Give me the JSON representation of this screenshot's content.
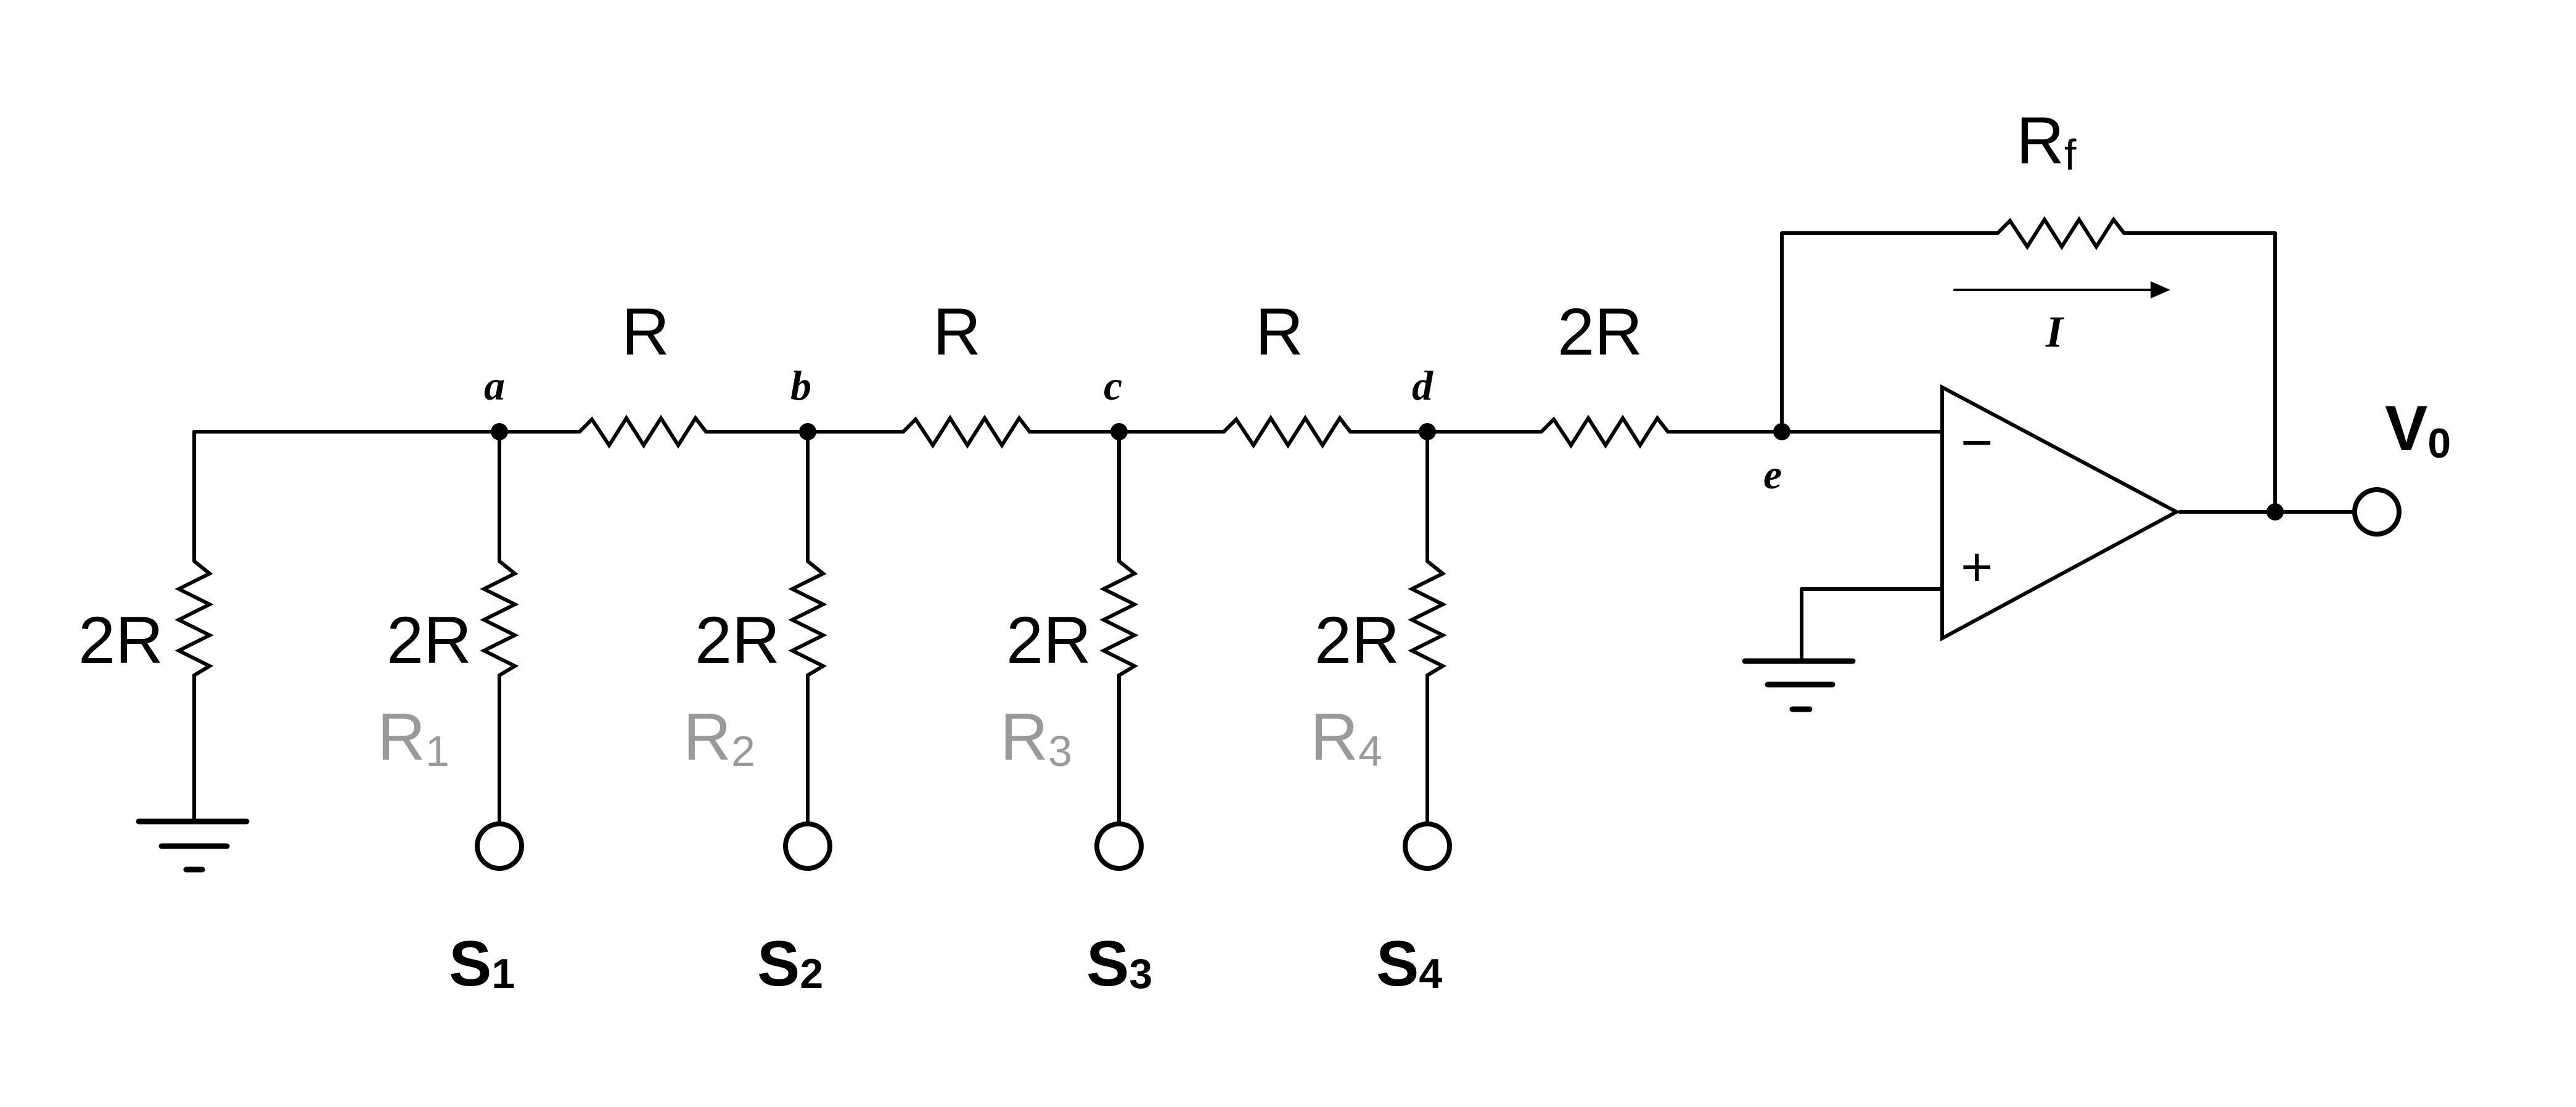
{
  "nodes": {
    "a": "a",
    "b": "b",
    "c": "c",
    "d": "d",
    "e": "e"
  },
  "series_resistors": [
    {
      "value": "R"
    },
    {
      "value": "R"
    },
    {
      "value": "R"
    },
    {
      "value": "2R"
    }
  ],
  "ground_resistor": {
    "value": "2R"
  },
  "branch_resistors": [
    {
      "value": "2R",
      "name": "R",
      "sub": "1"
    },
    {
      "value": "2R",
      "name": "R",
      "sub": "2"
    },
    {
      "value": "2R",
      "name": "R",
      "sub": "3"
    },
    {
      "value": "2R",
      "name": "R",
      "sub": "4"
    }
  ],
  "switches": [
    {
      "name": "S",
      "sub": "1"
    },
    {
      "name": "S",
      "sub": "2"
    },
    {
      "name": "S",
      "sub": "3"
    },
    {
      "name": "S",
      "sub": "4"
    }
  ],
  "feedback": {
    "name": "R",
    "sub": "f"
  },
  "current": {
    "label": "I"
  },
  "opamp": {
    "minus": "−",
    "plus": "+"
  },
  "output": {
    "name": "V",
    "sub": "0"
  }
}
